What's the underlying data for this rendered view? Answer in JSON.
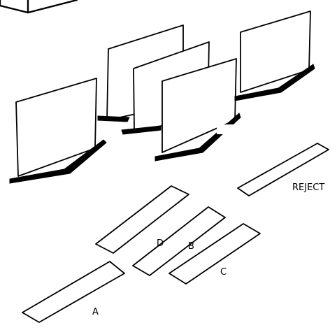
{
  "labels": {
    "reject": "REJECT",
    "d": "D",
    "b": "B",
    "c": "C",
    "a": "A"
  }
}
